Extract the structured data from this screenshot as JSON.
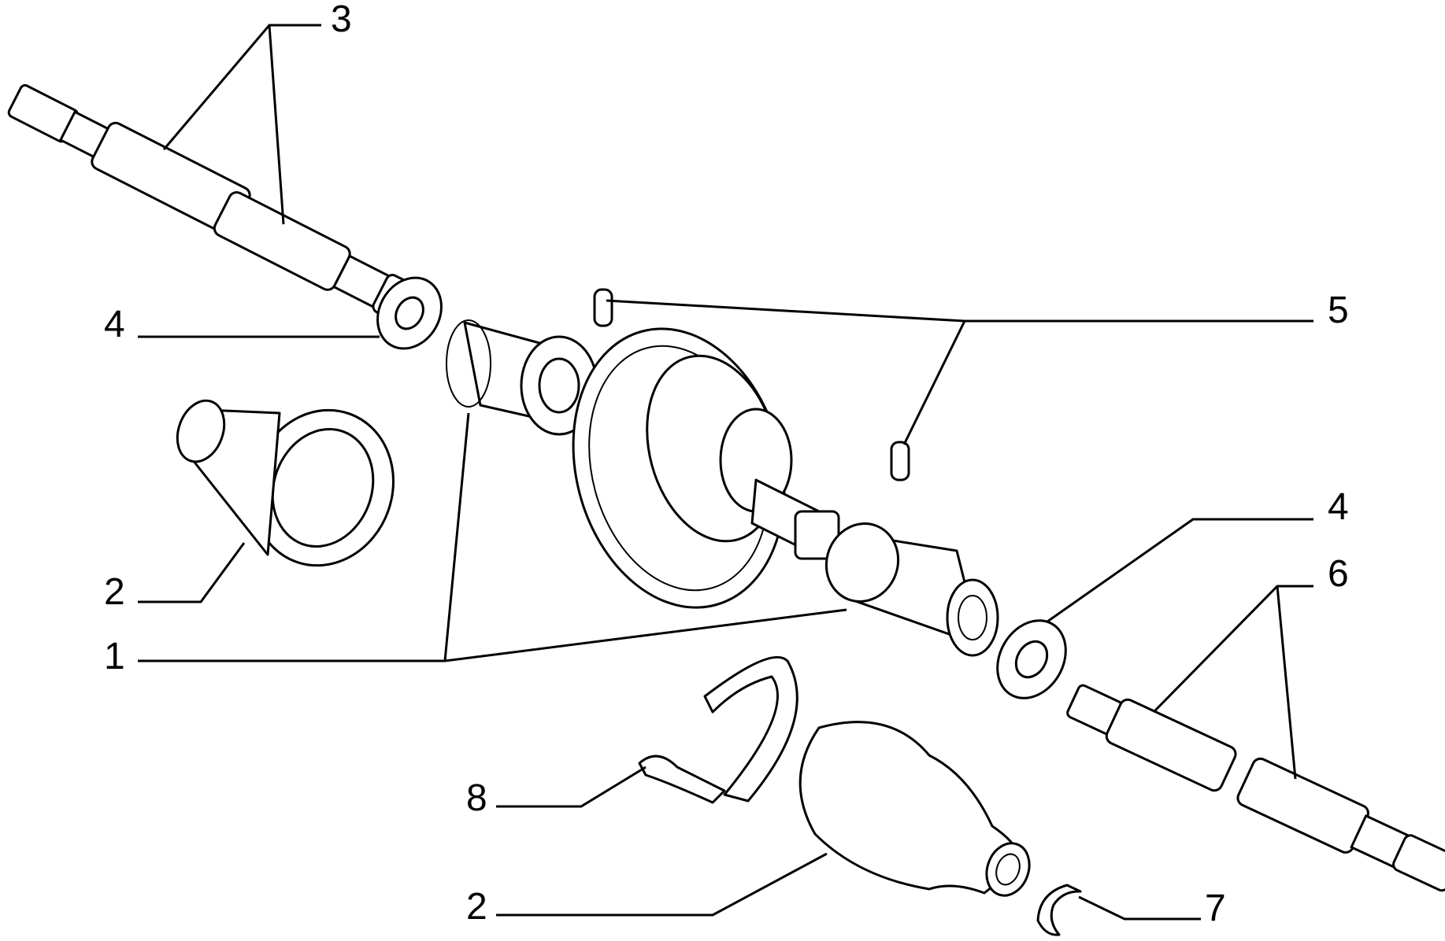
{
  "diagram": {
    "type": "exploded-parts-view",
    "callouts": [
      {
        "id": "c3",
        "label": "3"
      },
      {
        "id": "c4a",
        "label": "4"
      },
      {
        "id": "c5",
        "label": "5"
      },
      {
        "id": "c2a",
        "label": "2"
      },
      {
        "id": "c4b",
        "label": "4"
      },
      {
        "id": "c6",
        "label": "6"
      },
      {
        "id": "c1",
        "label": "1"
      },
      {
        "id": "c8",
        "label": "8"
      },
      {
        "id": "c2b",
        "label": "2"
      },
      {
        "id": "c7",
        "label": "7"
      }
    ],
    "colors": {
      "line": "#000000",
      "background": "#ffffff"
    }
  }
}
